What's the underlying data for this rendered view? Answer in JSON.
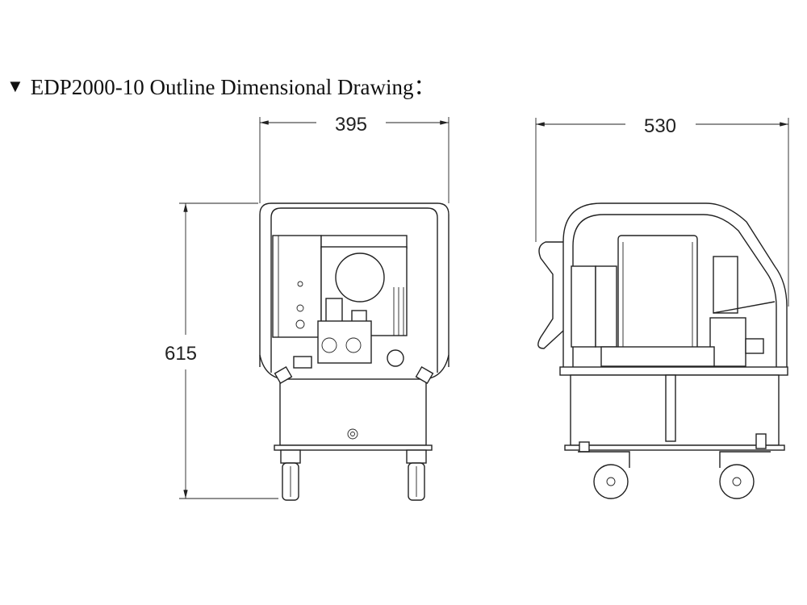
{
  "title": {
    "marker": "▼",
    "text": "EDP2000-10 Outline Dimensional Drawing："
  },
  "dimensions": {
    "width_front": "395",
    "height": "615",
    "length_side": "530"
  }
}
